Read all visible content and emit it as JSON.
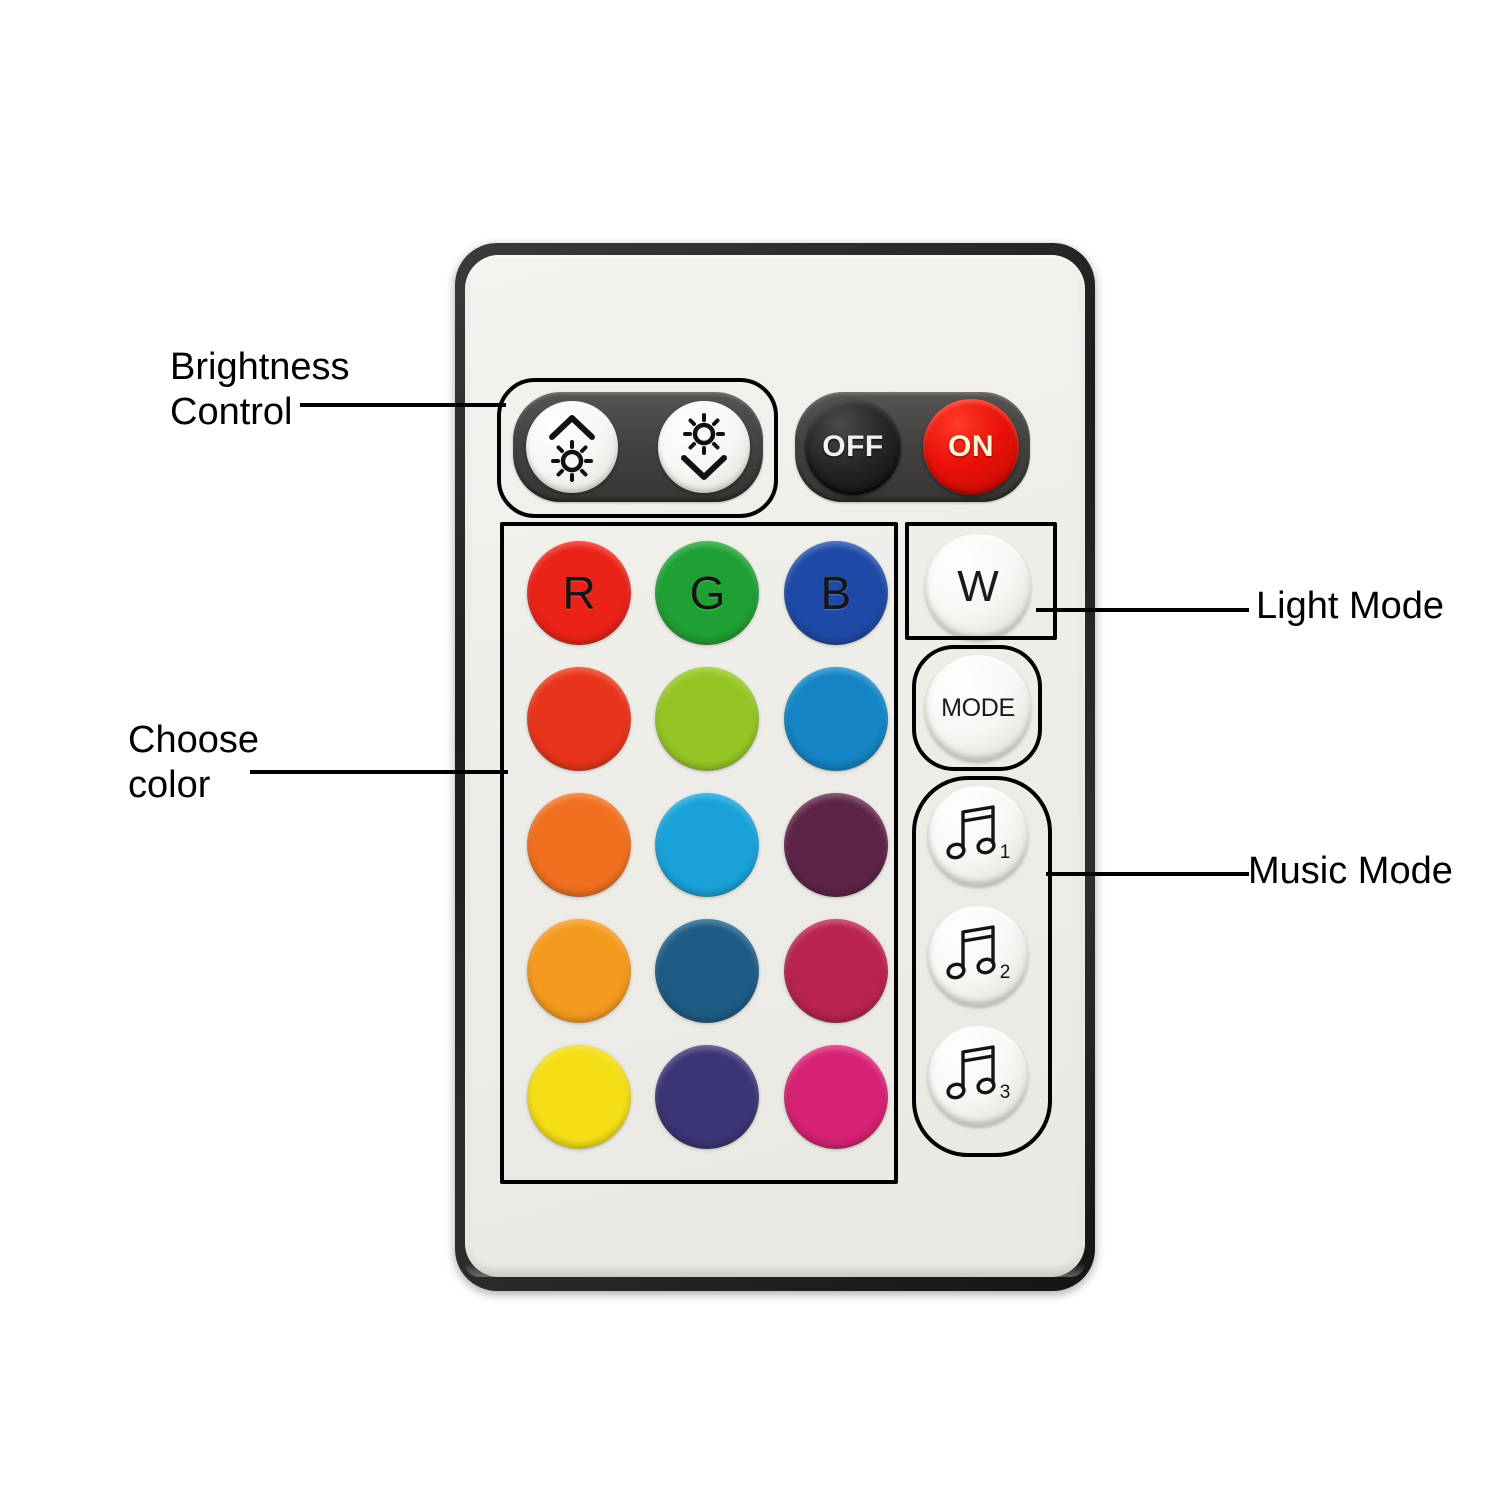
{
  "scene": {
    "subject": "RGB LED strip infrared remote control",
    "background_color": "#ffffff",
    "remote_body_color": "#1d1d1d",
    "remote_face_color": "#f1f0ec"
  },
  "annotations": [
    {
      "key": "brightness",
      "label": "Brightness\nControl",
      "points_to": "brightness-control-group"
    },
    {
      "key": "choose_color",
      "label": "Choose\ncolor",
      "points_to": "color-grid"
    },
    {
      "key": "light_mode",
      "label": "Light Mode",
      "points_to": "white-light-button"
    },
    {
      "key": "music_mode",
      "label": "Music Mode",
      "points_to": "music-mode-group"
    }
  ],
  "brightness_group": {
    "buttons": [
      {
        "key": "brightness_up",
        "icon": "brightness-up-icon",
        "direction": "up"
      },
      {
        "key": "brightness_down",
        "icon": "brightness-down-icon",
        "direction": "down"
      }
    ]
  },
  "power_group": {
    "off": {
      "label": "OFF",
      "face_color": "#1a1a1a",
      "text_color": "#f2f2f2"
    },
    "on": {
      "label": "ON",
      "face_color": "#e01208",
      "text_color": "#fff6d8"
    }
  },
  "color_grid": {
    "rows": 5,
    "columns": 3,
    "swatches": [
      {
        "row": 1,
        "col": 1,
        "label": "R",
        "color": "#ea2218",
        "name": "red"
      },
      {
        "row": 1,
        "col": 2,
        "label": "G",
        "color": "#1fa033",
        "name": "green"
      },
      {
        "row": 1,
        "col": 3,
        "label": "B",
        "color": "#1e49a6",
        "name": "blue"
      },
      {
        "row": 2,
        "col": 1,
        "label": "",
        "color": "#e8341a",
        "name": "red-orange"
      },
      {
        "row": 2,
        "col": 2,
        "label": "",
        "color": "#95c525",
        "name": "lime-green"
      },
      {
        "row": 2,
        "col": 3,
        "label": "",
        "color": "#1484c4",
        "name": "azure-blue"
      },
      {
        "row": 3,
        "col": 1,
        "label": "",
        "color": "#f0701f",
        "name": "orange"
      },
      {
        "row": 3,
        "col": 2,
        "label": "",
        "color": "#18a2d8",
        "name": "sky-blue"
      },
      {
        "row": 3,
        "col": 3,
        "label": "",
        "color": "#5e2448",
        "name": "dark-plum"
      },
      {
        "row": 4,
        "col": 1,
        "label": "",
        "color": "#f49a1e",
        "name": "amber"
      },
      {
        "row": 4,
        "col": 2,
        "label": "",
        "color": "#1e5c85",
        "name": "steel-blue"
      },
      {
        "row": 4,
        "col": 3,
        "label": "",
        "color": "#b82350",
        "name": "crimson"
      },
      {
        "row": 5,
        "col": 1,
        "label": "",
        "color": "#f4de16",
        "name": "yellow"
      },
      {
        "row": 5,
        "col": 2,
        "label": "",
        "color": "#3b3575",
        "name": "indigo"
      },
      {
        "row": 5,
        "col": 3,
        "label": "",
        "color": "#d62273",
        "name": "magenta-pink"
      }
    ]
  },
  "side_buttons": {
    "white": {
      "label": "W",
      "icon": "white-light-icon"
    },
    "mode": {
      "label": "MODE",
      "icon": "mode-icon"
    },
    "music": [
      {
        "label": "1",
        "icon": "music-note-icon"
      },
      {
        "label": "2",
        "icon": "music-note-icon"
      },
      {
        "label": "3",
        "icon": "music-note-icon"
      }
    ]
  }
}
